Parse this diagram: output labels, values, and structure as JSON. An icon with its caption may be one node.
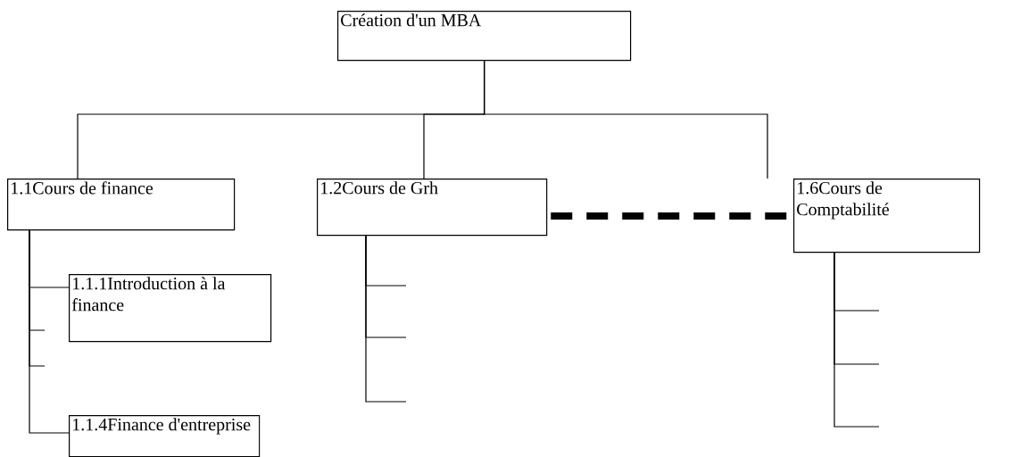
{
  "diagram": {
    "nodes": [
      {
        "text": [
          "Création d'un MBA"
        ]
      },
      {
        "text": [
          "1.1Cours de finance"
        ]
      },
      {
        "text": [
          "1.2Cours de Grh"
        ]
      },
      {
        "text": [
          "1.6Cours de Comptabilité"
        ]
      },
      {
        "text": [
          "1.1.1Introduction à la finance"
        ]
      },
      {
        "text": [
          "1.1.4Finance d'entreprise"
        ]
      }
    ],
    "edges": [
      {
        "from": 0,
        "to": 1,
        "arrow": "none"
      },
      {
        "from": 0,
        "to": 2,
        "arrow": "none"
      },
      {
        "from": 0,
        "to": 3,
        "arrow": "none"
      },
      {
        "from": 2,
        "to": 3,
        "arrow": "none",
        "style": "dashed"
      },
      {
        "from": 1,
        "to": 4,
        "arrow": "none"
      },
      {
        "from": 1,
        "to": 5,
        "arrow": "none"
      },
      {
        "from": 1,
        "to": null,
        "arrow": "none"
      },
      {
        "from": 1,
        "to": null,
        "arrow": "none"
      },
      {
        "from": 2,
        "to": null,
        "arrow": "none"
      },
      {
        "from": 2,
        "to": null,
        "arrow": "none"
      },
      {
        "from": 2,
        "to": null,
        "arrow": "none"
      },
      {
        "from": 3,
        "to": null,
        "arrow": "none"
      },
      {
        "from": 3,
        "to": null,
        "arrow": "none"
      },
      {
        "from": 3,
        "to": null,
        "arrow": "none"
      }
    ]
  }
}
